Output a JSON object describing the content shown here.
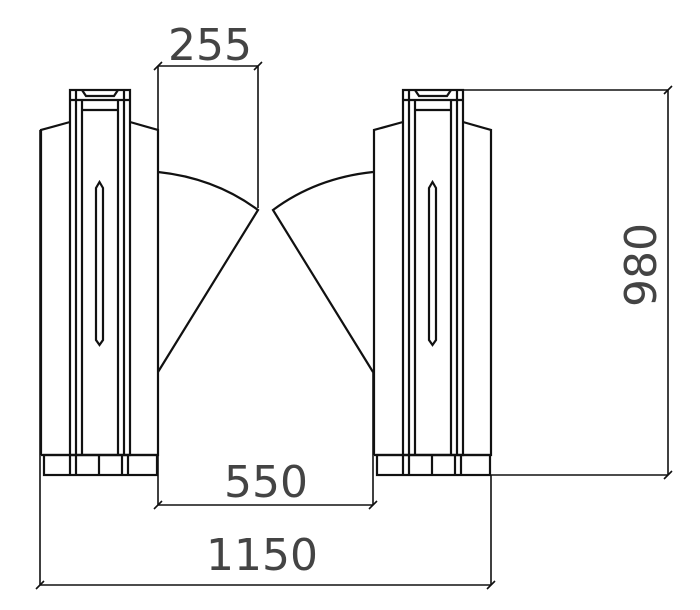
{
  "dimensions": {
    "flap_width": "255",
    "height": "980",
    "passage_width": "550",
    "total_width": "1150"
  }
}
